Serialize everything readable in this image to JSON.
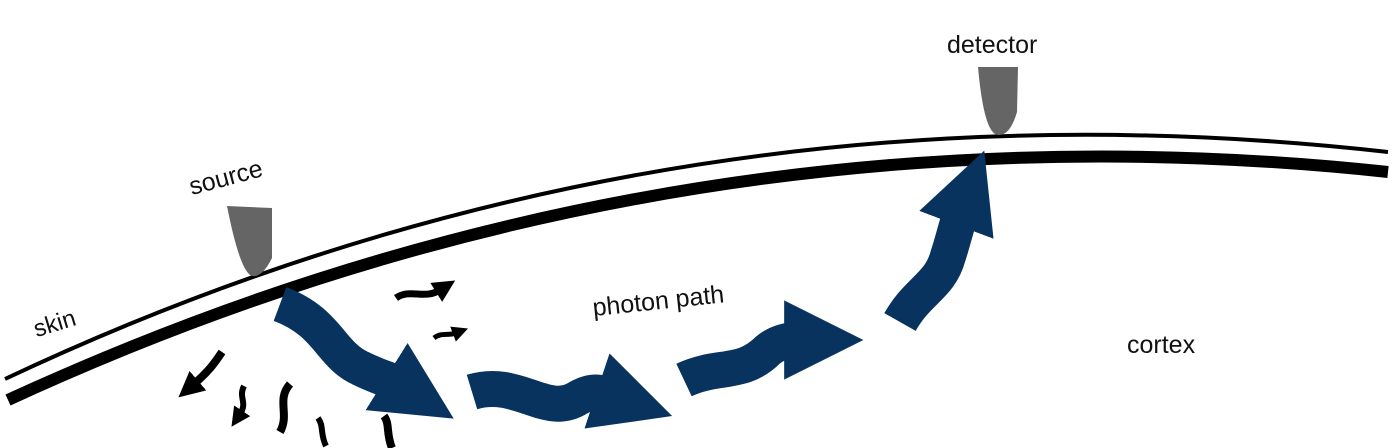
{
  "labels": {
    "detector": "detector",
    "source": "source",
    "skin": "skin",
    "photon_path": "photon path",
    "cortex": "cortex"
  },
  "colors": {
    "photon_arrow": "#08335f",
    "scatter_arrow": "#000000",
    "optode": "#656565",
    "skin_line": "#000000"
  },
  "icons": {
    "source": "optode-source-icon",
    "detector": "optode-detector-icon"
  }
}
